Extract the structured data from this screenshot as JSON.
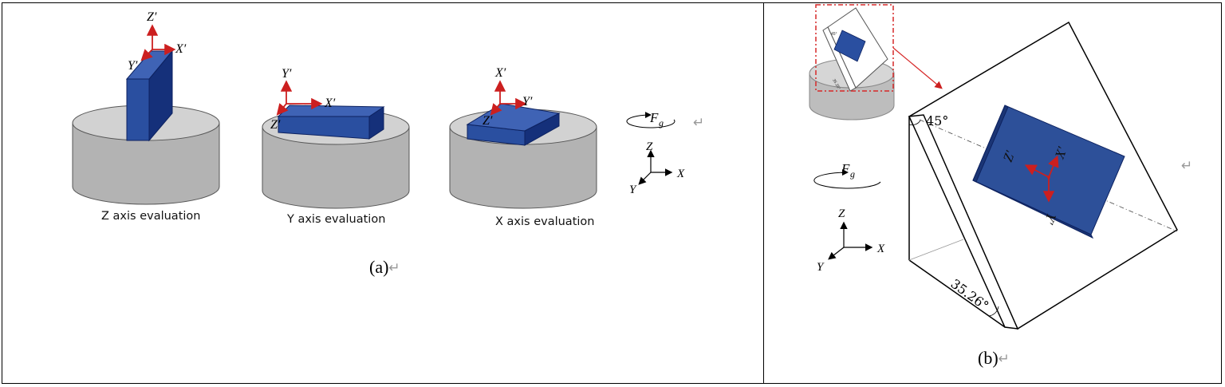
{
  "panel_a": {
    "caption": "(a)",
    "return_mark": "↵",
    "evaluations": [
      {
        "label": "Z axis evaluation",
        "axes": [
          "Z′",
          "X′",
          "Y′"
        ]
      },
      {
        "label": "Y axis evaluation",
        "axes": [
          "Y′",
          "X′",
          "Z′"
        ]
      },
      {
        "label": "X axis evaluation",
        "axes": [
          "X′",
          "Y′",
          "Z′"
        ]
      }
    ],
    "force_label": "F",
    "force_subscript": "g",
    "global_axes": [
      "Z",
      "X",
      "Y"
    ]
  },
  "panel_b": {
    "caption": "(b)",
    "return_mark": "↵",
    "angle_top": "45°",
    "angle_bottom": "35.26°",
    "thumb_angle_top": "45°",
    "thumb_angle_bottom": "35.26°",
    "local_axes": [
      "Z′",
      "X′",
      "Y′"
    ],
    "force_label": "F",
    "force_subscript": "g",
    "global_axes": [
      "Z",
      "X",
      "Y"
    ]
  },
  "colors": {
    "cylinder_top": "#d2d2d2",
    "cylinder_side": "#b3b3b3",
    "block_front": "#2a4fa0",
    "block_side": "#15307a",
    "block_top": "#3f63b5",
    "local_axis": "#cc1f1f",
    "dashed_box": "#d62828"
  }
}
